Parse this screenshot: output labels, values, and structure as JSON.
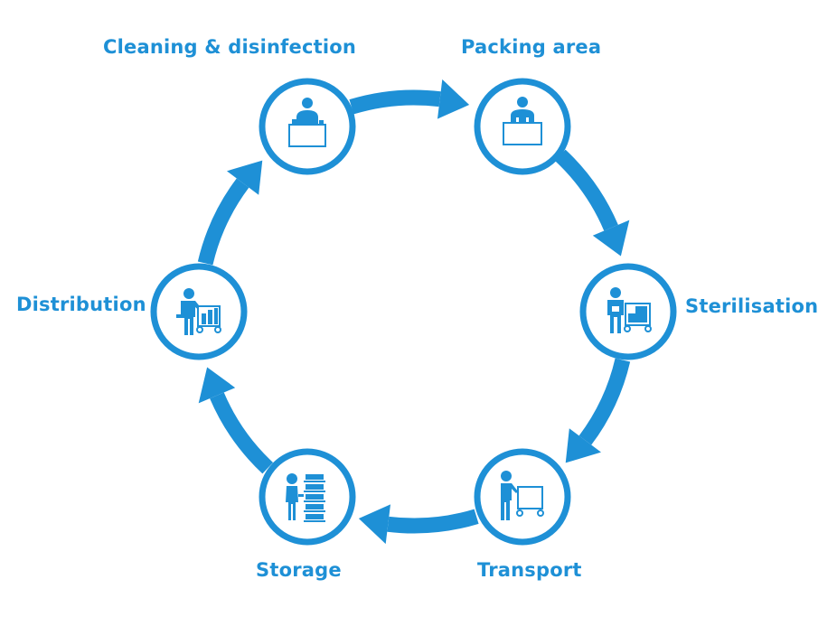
{
  "colors": {
    "accent": "#1e90d6",
    "background": "#ffffff"
  },
  "cycle": {
    "direction": "clockwise",
    "steps": [
      {
        "id": "cleaning",
        "label": "Cleaning & disinfection",
        "icon": "person-at-workbench-with-instruments-icon"
      },
      {
        "id": "packing",
        "label": "Packing area",
        "icon": "person-at-packing-table-icon"
      },
      {
        "id": "sterilisation",
        "label": "Sterilisation",
        "icon": "person-with-sterilizer-cart-icon"
      },
      {
        "id": "transport",
        "label": "Transport",
        "icon": "person-pushing-cart-icon"
      },
      {
        "id": "storage",
        "label": "Storage",
        "icon": "person-at-shelves-icon"
      },
      {
        "id": "distribution",
        "label": "Distribution",
        "icon": "person-with-distribution-cart-icon"
      }
    ]
  }
}
